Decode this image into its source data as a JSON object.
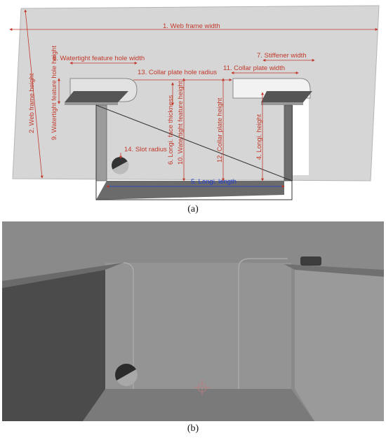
{
  "panel_a": {
    "caption": "(a)",
    "labels": {
      "web_frame_width": "1. Web frame width",
      "web_frame_height": "2. Web frame height",
      "longi_height": "4. Longi. height",
      "longi_length": "5. Longi. length",
      "longi_face_thickness": "6. Longi. face thickness",
      "stiffener_width": "7. Stiffener width",
      "watertight_hole_width": "8. Watertight feature hole width",
      "watertight_hole_height": "9. Watertight feature hole height",
      "watertight_feature_height": "10. Watertight feature height",
      "collar_plate_width": "11. Collar plate width",
      "collar_plate_height": "12. Collar plate height",
      "collar_plate_hole_radius": "13. Collar plate hole radius",
      "slot_radius": "14. Slot radius"
    },
    "colors": {
      "dimension": "#c0392b",
      "highlight": "#1f3fd1",
      "plate": "#d9d9d9",
      "shadow": "#555555"
    }
  },
  "panel_b": {
    "caption": "(b)",
    "colors": {
      "background": "#8a8a8a",
      "dark_face": "#4a4a4a"
    }
  }
}
